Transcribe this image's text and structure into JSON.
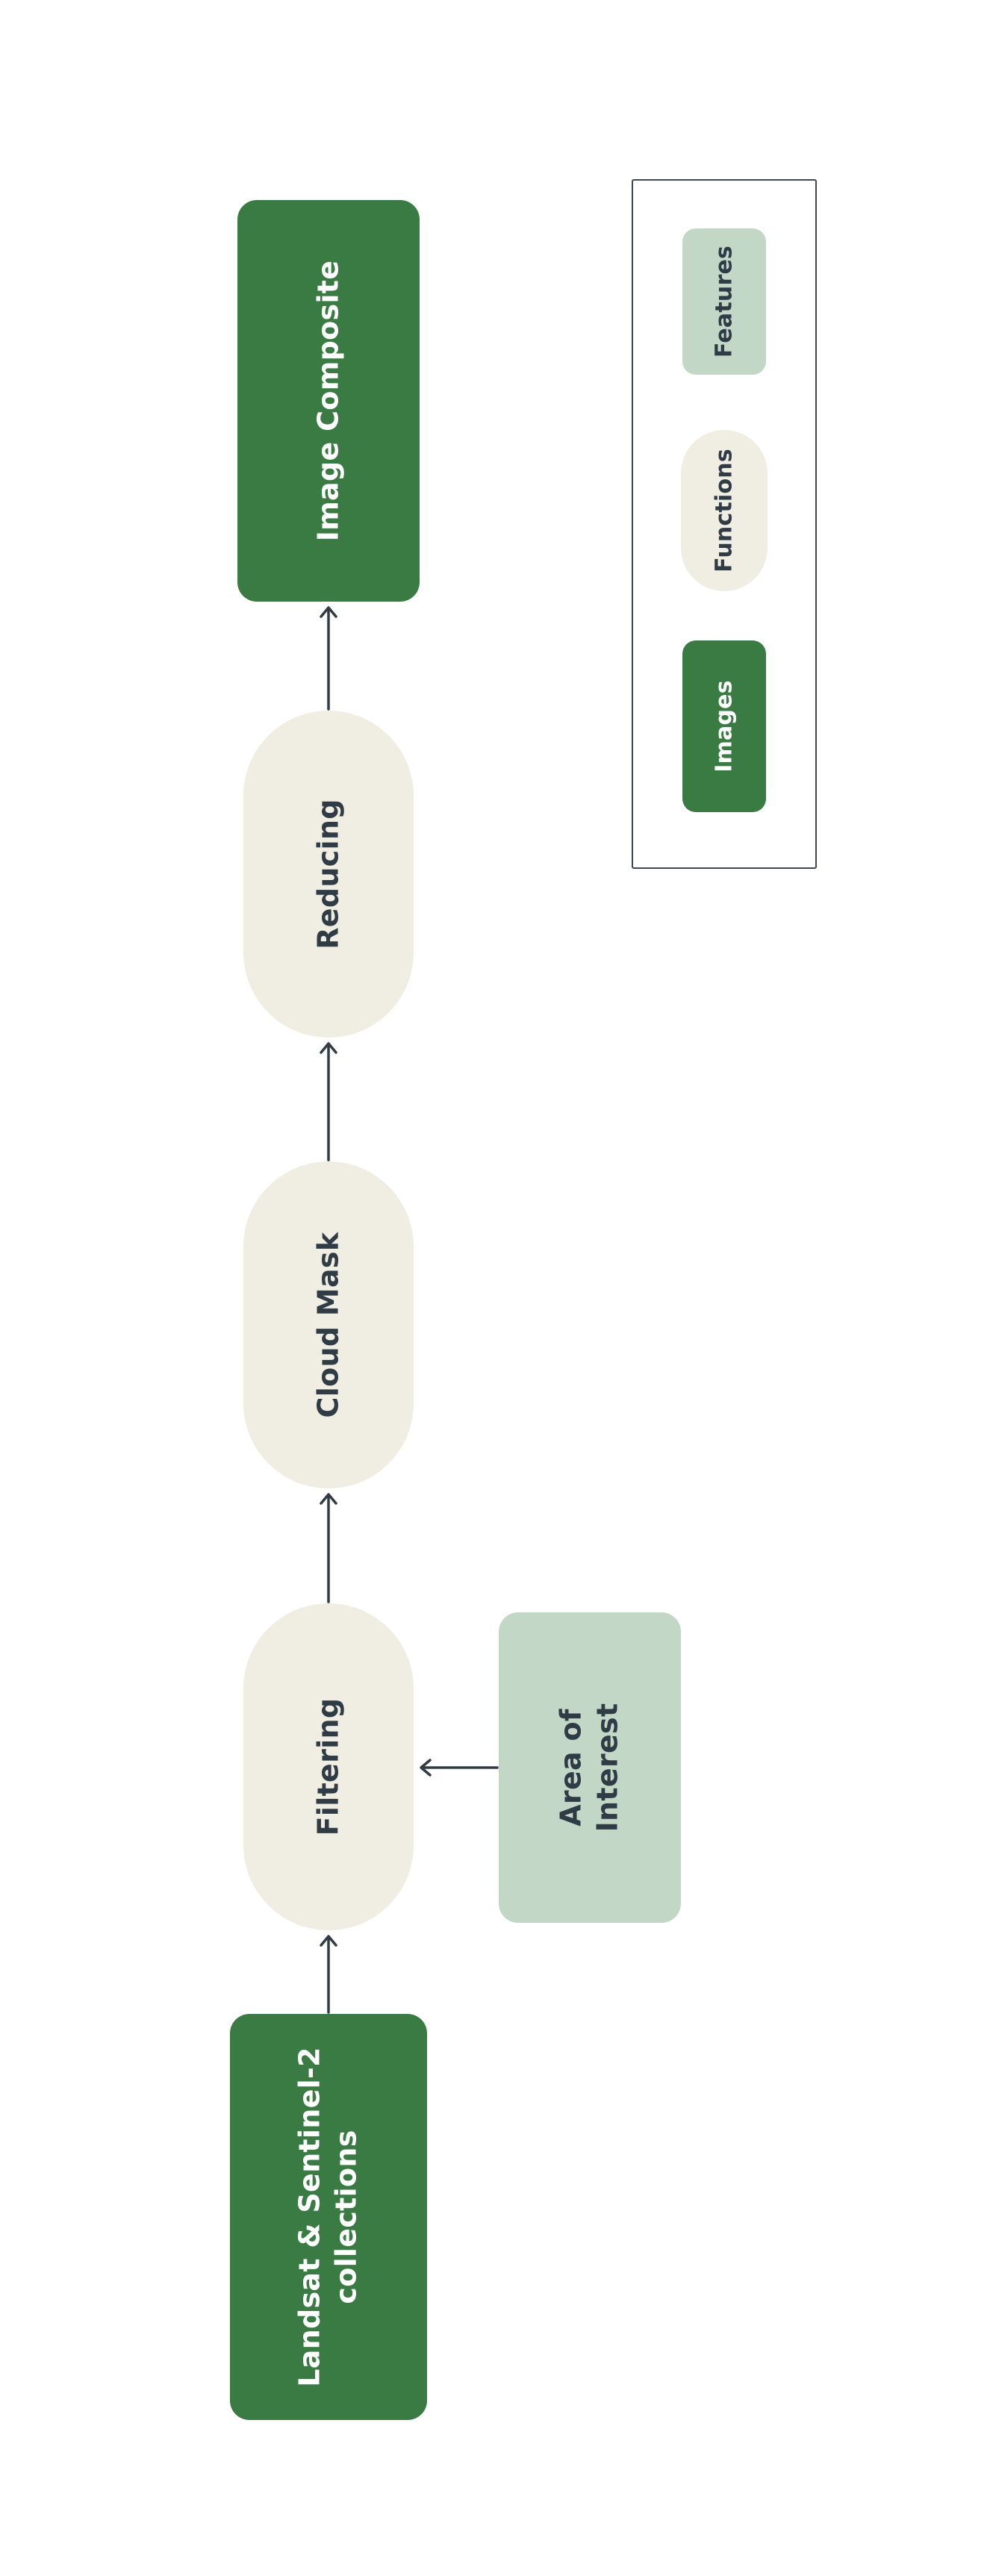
{
  "diagram": {
    "type": "flowchart",
    "orientation": "rotated-90-ccw",
    "nodes": {
      "collections": {
        "label": "Landsat & Sentinel-2 collections",
        "label_lines": [
          "Landsat & Sentinel-2",
          "collections"
        ],
        "category": "Images"
      },
      "filtering": {
        "label": "Filtering",
        "category": "Functions"
      },
      "aoi": {
        "label": "Area of Interest",
        "label_lines": [
          "Area of",
          "Interest"
        ],
        "category": "Features"
      },
      "cloud_mask": {
        "label": "Cloud Mask",
        "category": "Functions"
      },
      "reducing": {
        "label": "Reducing",
        "category": "Functions"
      },
      "composite": {
        "label": "Image Composite",
        "category": "Images"
      }
    },
    "edges": [
      {
        "from": "collections",
        "to": "filtering"
      },
      {
        "from": "aoi",
        "to": "filtering"
      },
      {
        "from": "filtering",
        "to": "cloud_mask"
      },
      {
        "from": "cloud_mask",
        "to": "reducing"
      },
      {
        "from": "reducing",
        "to": "composite"
      }
    ],
    "legend": {
      "items": [
        {
          "label": "Features",
          "color": "#c3d7c6"
        },
        {
          "label": "Functions",
          "color": "#f0ede2"
        },
        {
          "label": "Images",
          "color": "#3a7a43"
        }
      ]
    },
    "colors": {
      "images": "#3a7a43",
      "functions": "#f0ede2",
      "features": "#c3d7c6",
      "text_dark": "#2f3b45",
      "text_light": "#ffffff",
      "arrow": "#333b44",
      "background": "#ffffff",
      "legend_border": "#40474e"
    }
  }
}
